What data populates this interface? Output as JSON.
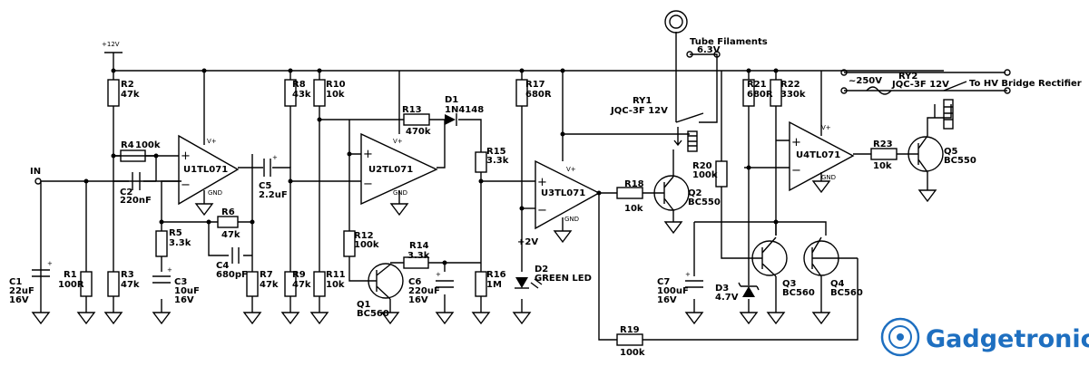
{
  "labels": {
    "vcc": "+12V",
    "in": "IN",
    "tube": "Tube Filaments",
    "tube_v": "6.3V",
    "mains": "~250V",
    "ry2": "RY2",
    "ry2_type": "JQC-3F 12V",
    "hv": "To HV Bridge Rectifier",
    "ry1": "RY1",
    "ry1_type": "JQC-3F 12V",
    "v2": "+2V",
    "vplus": "V+",
    "gnd": "GND",
    "plus": "+",
    "minus": "−"
  },
  "opamps": [
    {
      "name": "U1TL071"
    },
    {
      "name": "U2TL071"
    },
    {
      "name": "U3TL071"
    },
    {
      "name": "U4TL071"
    }
  ],
  "resistors": [
    {
      "ref": "R1",
      "value": "100R"
    },
    {
      "ref": "R2",
      "value": "47k"
    },
    {
      "ref": "R3",
      "value": "47k"
    },
    {
      "ref": "R4",
      "value": "100k"
    },
    {
      "ref": "R5",
      "value": "3.3k"
    },
    {
      "ref": "R6",
      "value": "47k"
    },
    {
      "ref": "R7",
      "value": "47k"
    },
    {
      "ref": "R8",
      "value": "43k"
    },
    {
      "ref": "R9",
      "value": "47k"
    },
    {
      "ref": "R10",
      "value": "10k"
    },
    {
      "ref": "R11",
      "value": "10k"
    },
    {
      "ref": "R12",
      "value": "100k"
    },
    {
      "ref": "R13",
      "value": "470k"
    },
    {
      "ref": "R14",
      "value": "3.3k"
    },
    {
      "ref": "R15",
      "value": "3.3k"
    },
    {
      "ref": "R16",
      "value": "1M"
    },
    {
      "ref": "R17",
      "value": "680R"
    },
    {
      "ref": "R18",
      "value": "10k"
    },
    {
      "ref": "R19",
      "value": "100k"
    },
    {
      "ref": "R20",
      "value": "100k"
    },
    {
      "ref": "R21",
      "value": "680R"
    },
    {
      "ref": "R22",
      "value": "330k"
    },
    {
      "ref": "R23",
      "value": "10k"
    }
  ],
  "capacitors": [
    {
      "ref": "C1",
      "value": "22uF",
      "voltage": "16V"
    },
    {
      "ref": "C2",
      "value": "220nF"
    },
    {
      "ref": "C3",
      "value": "10uF",
      "voltage": "16V"
    },
    {
      "ref": "C4",
      "value": "680pF"
    },
    {
      "ref": "C5",
      "value": "2.2uF"
    },
    {
      "ref": "C6",
      "value": "220uF",
      "voltage": "16V"
    },
    {
      "ref": "C7",
      "value": "100uF",
      "voltage": "16V"
    }
  ],
  "diodes": [
    {
      "ref": "D1",
      "value": "1N4148"
    },
    {
      "ref": "D2",
      "value": "GREEN LED"
    },
    {
      "ref": "D3",
      "value": "4.7V"
    }
  ],
  "transistors": [
    {
      "ref": "Q1",
      "value": "BC560"
    },
    {
      "ref": "Q2",
      "value": "BC550"
    },
    {
      "ref": "Q3",
      "value": "BC560"
    },
    {
      "ref": "Q4",
      "value": "BC560"
    },
    {
      "ref": "Q5",
      "value": "BC550"
    }
  ],
  "brand": {
    "name": "Gadgetronicx",
    "accent": "#1e6fc0"
  }
}
